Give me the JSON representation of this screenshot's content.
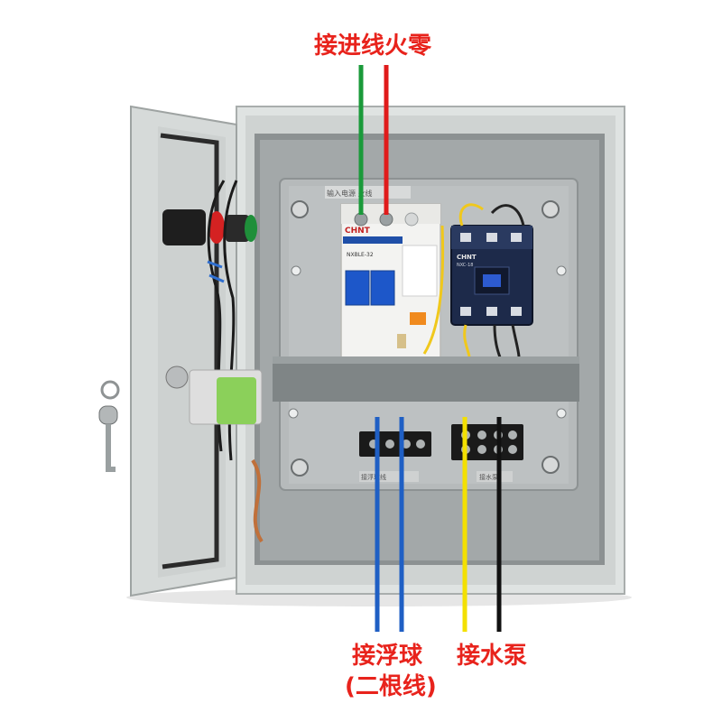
{
  "labels": {
    "incoming": "接进线火零",
    "float_ball_line1": "接浮球",
    "float_ball_line2": "(二根线)",
    "pump": "接水泵"
  },
  "components": {
    "breaker_brand": "CHNT",
    "breaker_model": "NXBLE-32",
    "contactor_brand": "CHNT",
    "contactor_model": "NXC-18",
    "panel_label_top": "输入电源 火线",
    "panel_label_bottom_left": "接浮球线",
    "panel_label_bottom_right": "接水泵"
  },
  "colors": {
    "label_red": "#e8231c",
    "wire_green": "#1a9a3a",
    "wire_red": "#e01b1b",
    "wire_blue": "#1f5fc4",
    "wire_yellow": "#f3e000",
    "wire_black": "#111111",
    "enclosure": "#d9dedd",
    "backplate": "#b8bcbd",
    "contactor_blue": "#1d2a4a"
  }
}
